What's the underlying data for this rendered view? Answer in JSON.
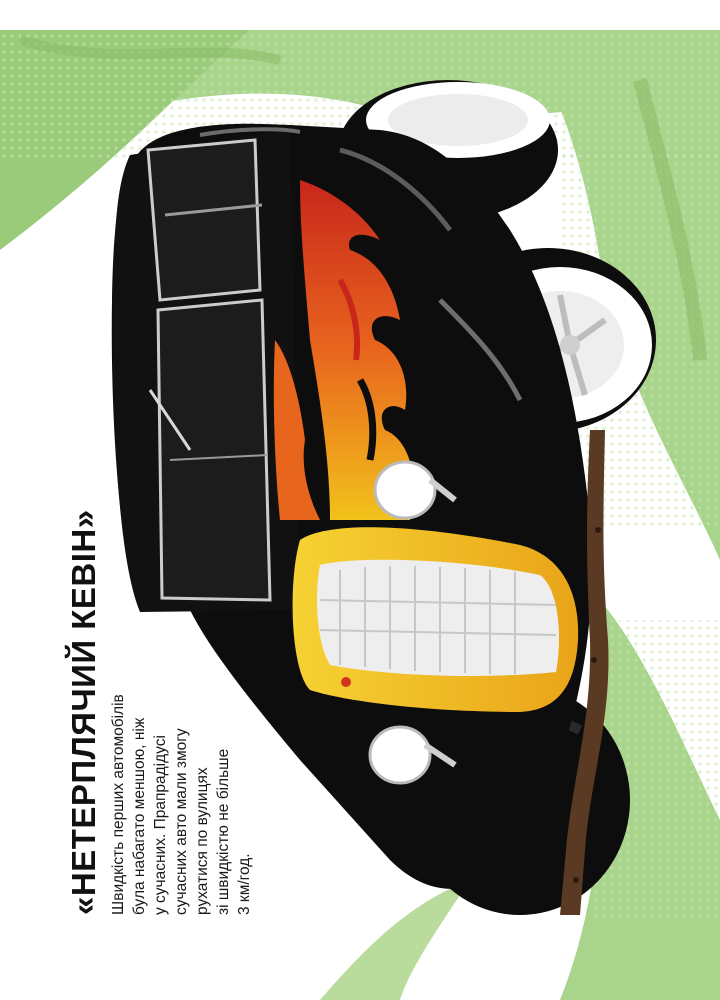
{
  "page": {
    "title": "«НЕТЕРПЛЯЧИЙ КЕВІН»",
    "description_lines": [
      "Швидкість перших автомобілів",
      "була набагато меншою, ніж",
      "у сучасних. Прапрадідусі",
      "сучасних авто мали змогу",
      "рухатися по вулицях",
      "зі швидкістю не більше",
      "3 км/год."
    ]
  },
  "illustration": {
    "subject": "black hot rod car with orange-yellow flame decals, rotated sideways",
    "colors": {
      "background_strokes": "#a9d48c",
      "car_body": "#0d0d0d",
      "flame_yellow": "#f2c21b",
      "flame_orange": "#e8651e",
      "flame_red": "#c8261b",
      "wheel_rim": "#ffffff",
      "tree_trunk": "#5a3a22"
    }
  }
}
